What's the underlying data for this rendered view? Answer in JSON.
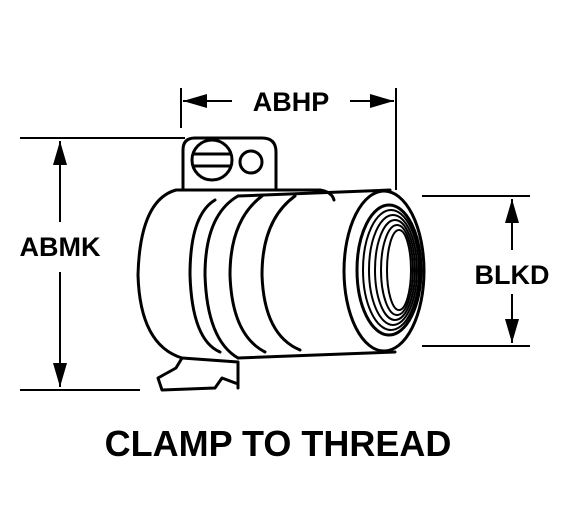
{
  "diagram": {
    "caption": "CLAMP TO THREAD",
    "dimensions": {
      "overall_height": "ABMK",
      "clamp_to_thread_length": "ABHP",
      "thread_diameter": "BLKD"
    }
  }
}
